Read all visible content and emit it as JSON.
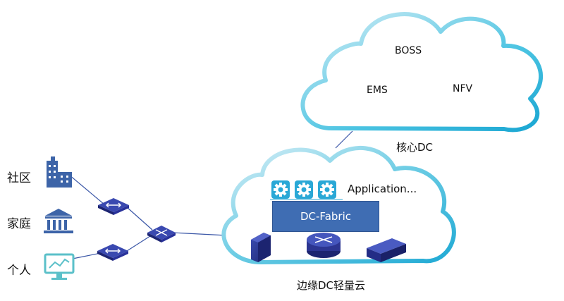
{
  "core_dc": {
    "title": "核心DC",
    "items": [
      "BOSS",
      "EMS",
      "NFV"
    ]
  },
  "edge_dc": {
    "title": "边缘DC轻量云",
    "application_label": "Application...",
    "fabric_label": "DC-Fabric",
    "devices": [
      "server-icon",
      "router-icon",
      "storage-icon"
    ]
  },
  "users": [
    "社区",
    "家庭",
    "个人"
  ],
  "icons": {
    "community": "building-icon",
    "home": "bank-icon",
    "personal": "monitor-icon",
    "switch": "switch-icon",
    "gear": "gear-icon"
  },
  "colors": {
    "cloud_outline": "#2bb6d8",
    "icon_blue": "#3d64a8",
    "device_dark": "#27328e",
    "fabric": "#3f6db3",
    "gear_bg": "#2aa8d6",
    "monitor": "#5bc0c9"
  }
}
